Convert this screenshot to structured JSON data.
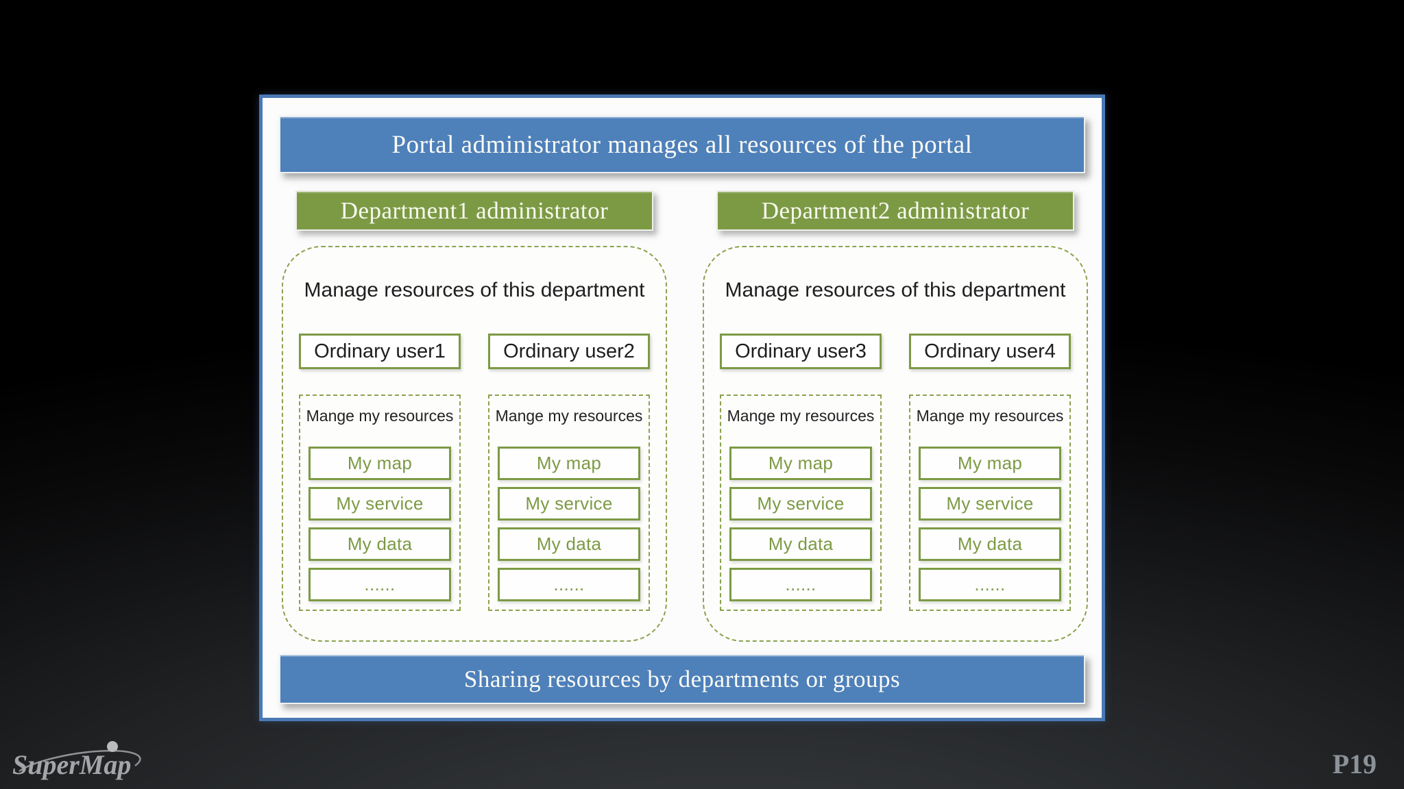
{
  "colors": {
    "banner_blue": "#4e80ba",
    "slide_border_blue": "#4a79b5",
    "green": "#7c9a44",
    "dashed_green": "#8ba24e",
    "footer_gray": "#8c929a"
  },
  "slide": {
    "top_banner": "Portal administrator manages all resources of the portal",
    "bottom_banner": "Sharing resources by departments or groups",
    "departments": [
      {
        "admin_label": "Department1 administrator",
        "manage_label": "Manage resources of this department",
        "users": [
          {
            "name": "Ordinary user1",
            "manage_title": "Mange my resources",
            "items": [
              "My map",
              "My service",
              "My data",
              "......"
            ]
          },
          {
            "name": "Ordinary user2",
            "manage_title": "Mange my resources",
            "items": [
              "My map",
              "My service",
              "My data",
              "......"
            ]
          }
        ]
      },
      {
        "admin_label": "Department2 administrator",
        "manage_label": "Manage resources of this department",
        "users": [
          {
            "name": "Ordinary user3",
            "manage_title": "Mange my resources",
            "items": [
              "My map",
              "My service",
              "My data",
              "......"
            ]
          },
          {
            "name": "Ordinary user4",
            "manage_title": "Mange my resources",
            "items": [
              "My map",
              "My service",
              "My data",
              "......"
            ]
          }
        ]
      }
    ]
  },
  "footer": {
    "logo_text": "SuperMap",
    "page_number": "P19"
  }
}
